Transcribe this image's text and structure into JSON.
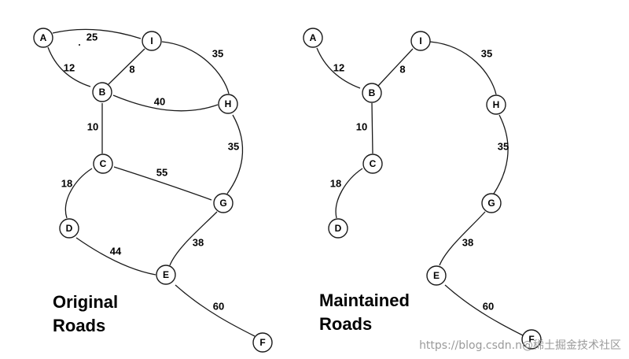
{
  "original": {
    "caption_line1": "Original",
    "caption_line2": "Roads",
    "nodes": {
      "A": "A",
      "I": "I",
      "B": "B",
      "H": "H",
      "C": "C",
      "G": "G",
      "D": "D",
      "E": "E",
      "F": "F"
    },
    "edges": [
      {
        "from": "A",
        "to": "I",
        "weight": "25"
      },
      {
        "from": "A",
        "to": "B",
        "weight": "12"
      },
      {
        "from": "B",
        "to": "I",
        "weight": "8"
      },
      {
        "from": "I",
        "to": "H",
        "weight": "35"
      },
      {
        "from": "B",
        "to": "H",
        "weight": "40"
      },
      {
        "from": "B",
        "to": "C",
        "weight": "10"
      },
      {
        "from": "H",
        "to": "G",
        "weight": "35"
      },
      {
        "from": "C",
        "to": "G",
        "weight": "55"
      },
      {
        "from": "C",
        "to": "D",
        "weight": "18"
      },
      {
        "from": "G",
        "to": "E",
        "weight": "38"
      },
      {
        "from": "D",
        "to": "E",
        "weight": "44"
      },
      {
        "from": "E",
        "to": "F",
        "weight": "60"
      }
    ]
  },
  "maintained": {
    "caption_line1": "Maintained",
    "caption_line2": "Roads",
    "nodes": {
      "A": "A",
      "I": "I",
      "B": "B",
      "H": "H",
      "C": "C",
      "G": "G",
      "D": "D",
      "E": "E",
      "F": "F"
    },
    "edges": [
      {
        "from": "A",
        "to": "B",
        "weight": "12"
      },
      {
        "from": "B",
        "to": "I",
        "weight": "8"
      },
      {
        "from": "I",
        "to": "H",
        "weight": "35"
      },
      {
        "from": "B",
        "to": "C",
        "weight": "10"
      },
      {
        "from": "H",
        "to": "G",
        "weight": "35"
      },
      {
        "from": "C",
        "to": "D",
        "weight": "18"
      },
      {
        "from": "G",
        "to": "E",
        "weight": "38"
      },
      {
        "from": "E",
        "to": "F",
        "weight": "60"
      }
    ]
  },
  "watermark": "https://blog.csdn.n@稀土掘金技术社区"
}
